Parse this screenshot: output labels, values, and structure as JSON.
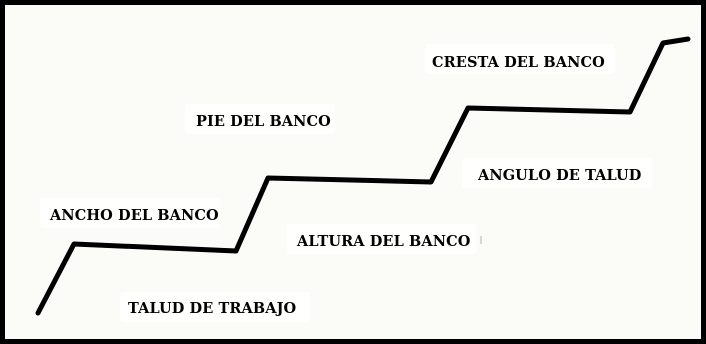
{
  "diagram": {
    "labels": {
      "cresta": "CRESTA DEL BANCO",
      "pie": "PIE DEL BANCO",
      "angulo": "ANGULO DE TALUD",
      "ancho": "ANCHO DEL BANCO",
      "altura": "ALTURA DEL BANCO",
      "talud_trabajo": "TALUD DE TRABAJO"
    },
    "colors": {
      "line": "#000000",
      "frame": "#000000",
      "background": "#fbfbf8"
    }
  }
}
